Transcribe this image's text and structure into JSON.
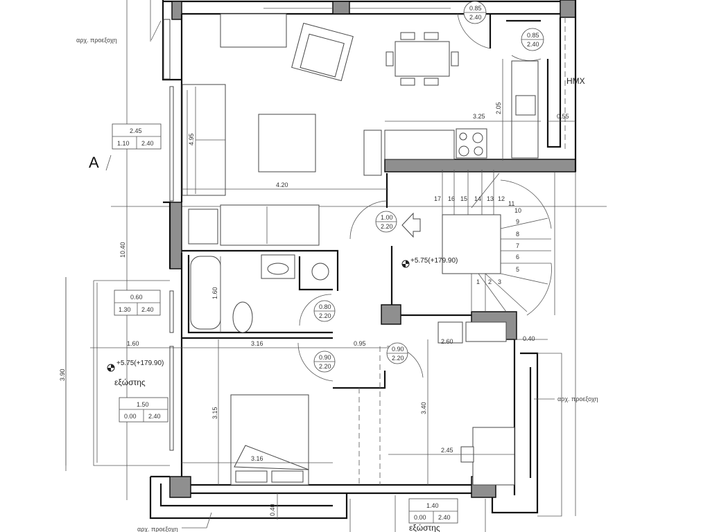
{
  "annotations": {
    "projection_label": "αρχ. προεξοχη",
    "section_marker": "A",
    "room_hmx": "HMX",
    "balcony_label": "εξώστης",
    "level_mark": "+5.75(+179.90)"
  },
  "window_tags": [
    {
      "width": "2.45",
      "sill": "1.10",
      "height": "2.40"
    },
    {
      "width": "0.60",
      "sill": "1.30",
      "height": "2.40"
    },
    {
      "width": "1.50",
      "sill": "0.00",
      "height": "2.40"
    },
    {
      "width": "1.40",
      "sill": "0.00",
      "height": "2.40"
    }
  ],
  "door_tags": [
    {
      "width": "0.85",
      "height": "2.40"
    },
    {
      "width": "0.85",
      "height": "2.40"
    },
    {
      "width": "1.00",
      "height": "2.20"
    },
    {
      "width": "0.80",
      "height": "2.20"
    },
    {
      "width": "0.90",
      "height": "2.20"
    },
    {
      "width": "0.90",
      "height": "2.20"
    }
  ],
  "dimensions": {
    "living_width": "4.20",
    "living_depth": "4.95",
    "kitchen_width": "3.25",
    "kitchen_depth": "2.05",
    "hmx_width": "0.55",
    "total_depth": "10.40",
    "bath_depth": "1.60",
    "balcony_width": "1.60",
    "bath_width": "3.16",
    "hall_width": "0.95",
    "balcony_depth": "3.90",
    "bedroom_depth": "3.15",
    "bedroom_width": "3.16",
    "projection_depth": "0.40",
    "bedroom2_depth": "3.40",
    "bedroom2_width": "2.45",
    "wardrobe_width": "2.60",
    "wall_offset": "0.40"
  },
  "stair_steps": [
    "1",
    "2",
    "3",
    "5",
    "6",
    "7",
    "8",
    "9",
    "10",
    "11",
    "12",
    "13",
    "14",
    "15",
    "16",
    "17"
  ]
}
